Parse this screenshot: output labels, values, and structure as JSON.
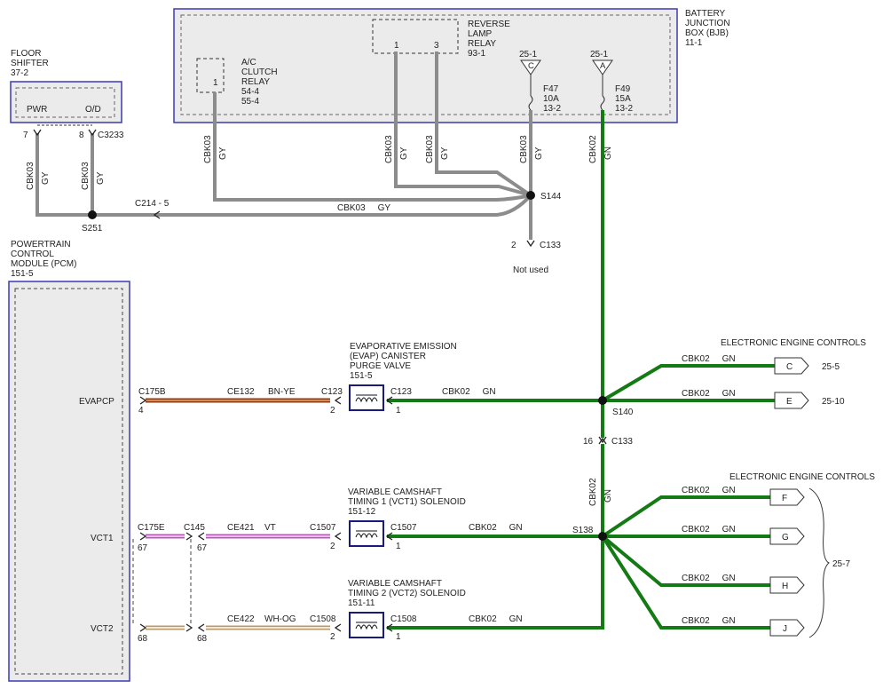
{
  "bjb": {
    "title": [
      "BATTERY",
      "JUNCTION",
      "BOX (BJB)",
      "11-1"
    ]
  },
  "floor_shifter": {
    "title": [
      "FLOOR",
      "SHIFTER",
      "37-2"
    ],
    "pwr": "PWR",
    "od": "O/D",
    "pin_pwr": "7",
    "pin_od": "8",
    "connector": "C3233"
  },
  "ac_relay": {
    "label": [
      "A/C",
      "CLUTCH",
      "RELAY",
      "54-4",
      "55-4"
    ],
    "pin": "1"
  },
  "rev_relay": {
    "label": [
      "REVERSE",
      "LAMP",
      "RELAY",
      "93-1"
    ],
    "pin1": "1",
    "pin3": "3"
  },
  "fuse_f47": {
    "ref": "25-1",
    "letter": "C",
    "label": [
      "F47",
      "10A",
      "13-2"
    ]
  },
  "fuse_f49": {
    "ref": "25-1",
    "letter": "A",
    "label": [
      "F49",
      "15A",
      "13-2"
    ]
  },
  "wire_cbk03": "CBK03",
  "wire_cbk02": "CBK02",
  "color_gy": "GY",
  "color_gn": "GN",
  "s144": "S144",
  "s251": "S251",
  "s140": "S140",
  "s138": "S138",
  "c214": "C214 - 5",
  "bottom_wire": "CBK03     GY",
  "c133_top": {
    "pin": "2",
    "name": "C133",
    "note": "Not used"
  },
  "c133_mid": {
    "pin": "16",
    "name": "C133"
  },
  "pcm": {
    "title": [
      "POWERTRAIN",
      "CONTROL",
      "MODULE (PCM)",
      "151-5"
    ],
    "evapcp": "EVAPCP",
    "vct1": "VCT1",
    "vct2": "VCT2"
  },
  "evap": {
    "label": [
      "EVAPORATIVE EMISSION",
      "(EVAP) CANISTER",
      "PURGE VALVE",
      "151-5"
    ],
    "pcm_conn": "C175B",
    "pcm_pin": "4",
    "wire": "CE132",
    "color": "BN-YE",
    "left_conn": "C123",
    "left_pin": "2",
    "right_conn": "C123",
    "right_pin": "1",
    "gn_wire": "CBK02     GN"
  },
  "vct1": {
    "label": [
      "VARIABLE CAMSHAFT",
      "TIMING 1 (VCT1) SOLENOID",
      "151-12"
    ],
    "pcm_conn": "C175E",
    "pcm_pin": "67",
    "mid_conn": "C145",
    "mid_pin": "67",
    "wire": "CE421",
    "color": "VT",
    "left_conn": "C1507",
    "left_pin": "2",
    "right_conn": "C1507",
    "right_pin": "1",
    "gn_wire": "CBK02     GN"
  },
  "vct2": {
    "label": [
      "VARIABLE CAMSHAFT",
      "TIMING 2 (VCT2) SOLENOID",
      "151-11"
    ],
    "pcm_pin": "68",
    "mid_pin": "68",
    "wire": "CE422",
    "color": "WH-OG",
    "left_conn": "C1508",
    "left_pin": "2",
    "right_conn": "C1508",
    "right_pin": "1",
    "gn_wire": "CBK02     GN"
  },
  "eec_top": {
    "title": "ELECTRONIC ENGINE CONTROLS",
    "c": "C",
    "e": "E",
    "ref_c": "25-5",
    "ref_e": "25-10",
    "wire": "CBK02     GN"
  },
  "eec_bottom": {
    "title": "ELECTRONIC ENGINE CONTROLS",
    "f": "F",
    "g": "G",
    "h": "H",
    "j": "J",
    "ref": "25-7",
    "wire": "CBK02     GN"
  },
  "colors": {
    "gray": "#8c8c8c",
    "green": "#147a14",
    "brown": "#a0522d",
    "violet": "#d88ad8",
    "whiteorange": "#eed9b8",
    "blue": "#3b3bb5"
  }
}
